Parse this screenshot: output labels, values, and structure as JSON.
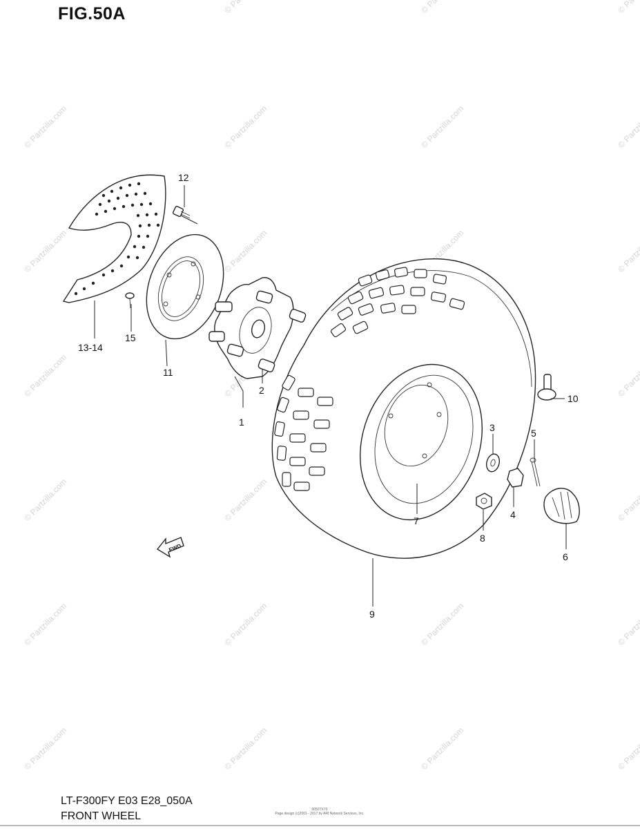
{
  "figure": {
    "title": "FIG.50A",
    "model_code": "LT-F300FY E03 E28_050A",
    "section_name": "FRONT WHEEL",
    "footer_fine_print": "Page design (c)2001 - 2017 by ARI Network Services, Inc.",
    "footer_fine_code": "0050TX70"
  },
  "watermark": {
    "text": "© Partzilla.com"
  },
  "forward_arrow": {
    "text": "FWD"
  },
  "callouts": {
    "c1": "1",
    "c2": "2",
    "c3": "3",
    "c4": "4",
    "c5": "5",
    "c6": "6",
    "c7": "7",
    "c8": "8",
    "c9": "9",
    "c10": "10",
    "c11": "11",
    "c12": "12",
    "c13_14": "13-14",
    "c15": "15"
  }
}
